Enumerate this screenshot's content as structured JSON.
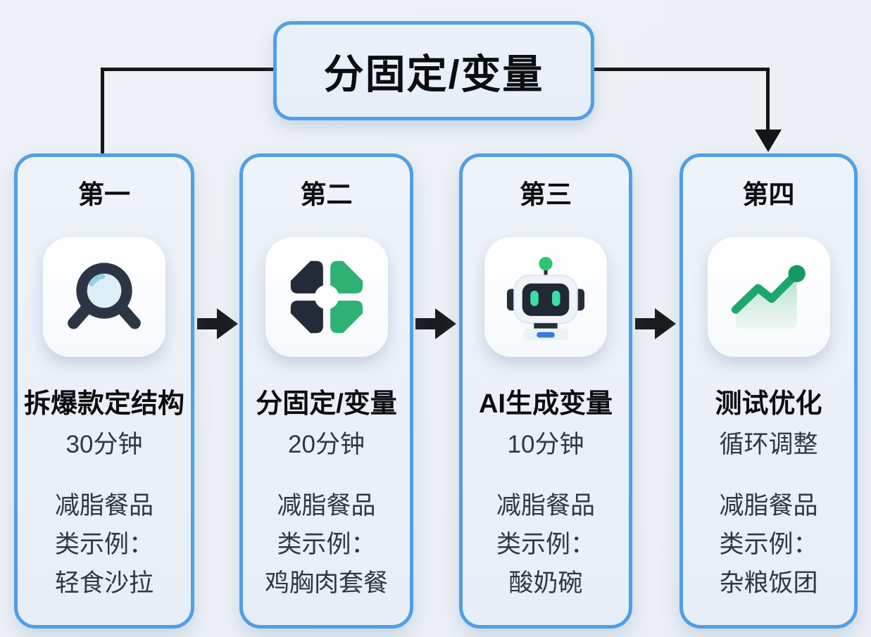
{
  "title": "分固定/变量",
  "colors": {
    "accent_blue_border": "#4f9fe9",
    "connector_black": "#151617",
    "dark_navy": "#232c3a",
    "green": "#2fb173",
    "mint_eye_green": "#3adfa3",
    "mouth_blue": "#2f7de0",
    "text_dark": "#0c0d0f",
    "text_body": "#2e3744",
    "card_bg": "#eaf0f8",
    "page_bg": "#edf1f5"
  },
  "steps": [
    {
      "label": "第一",
      "icon": "magnifier-icon",
      "title": "拆爆款定结构",
      "duration": "30分钟",
      "example_lines": [
        "减脂餐品",
        "类示例：",
        "轻食沙拉"
      ]
    },
    {
      "label": "第二",
      "icon": "split-quadrant-icon",
      "title": "分固定/变量",
      "duration": "20分钟",
      "example_lines": [
        "减脂餐品",
        "类示例：",
        "鸡胸肉套餐"
      ]
    },
    {
      "label": "第三",
      "icon": "robot-icon",
      "title": "AI生成变量",
      "duration": "10分钟",
      "example_lines": [
        "减脂餐品",
        "类示例：",
        "酸奶碗"
      ]
    },
    {
      "label": "第四",
      "icon": "trend-chart-icon",
      "title": "测试优化",
      "duration": "循环调整",
      "example_lines": [
        "减脂餐品",
        "类示例：",
        "杂粮饭团"
      ]
    }
  ]
}
